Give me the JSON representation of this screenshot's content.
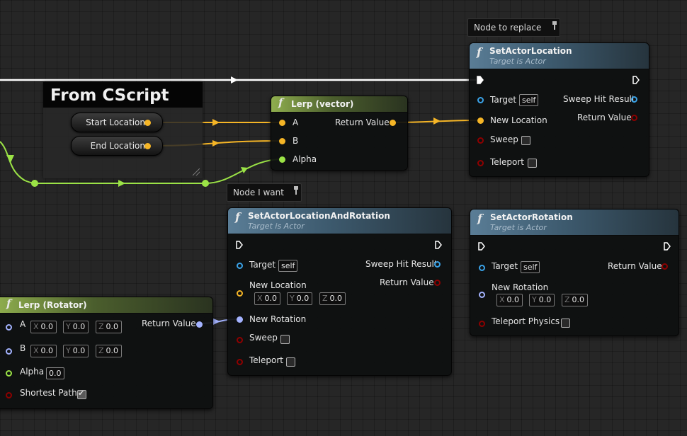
{
  "canvas": {
    "colors": {
      "background": "#262626",
      "exec_wire": "#ffffff",
      "vector_wire": "#f5b526",
      "float_wire": "#9be346",
      "rotator_wire": "#a4b3ff",
      "object_pin": "#3aa3e8",
      "bool_pin": "#8e0000"
    }
  },
  "comment": {
    "title": "From CScript"
  },
  "variables": {
    "start_location": "Start Location",
    "end_location": "End Location"
  },
  "tags": {
    "replace": "Node to replace",
    "want": "Node I want"
  },
  "lerp_vector": {
    "title": "Lerp (vector)",
    "pins": {
      "a": "A",
      "b": "B",
      "alpha": "Alpha",
      "return": "Return Value"
    }
  },
  "set_actor_location": {
    "title": "SetActorLocation",
    "subtitle": "Target is Actor",
    "pins": {
      "target": "Target",
      "self": "self",
      "new_location": "New Location",
      "sweep": "Sweep",
      "teleport": "Teleport",
      "sweep_hit": "Sweep Hit Result",
      "return": "Return Value"
    },
    "sweep_checked": false,
    "teleport_checked": false
  },
  "set_actor_location_rotation": {
    "title": "SetActorLocationAndRotation",
    "subtitle": "Target is Actor",
    "pins": {
      "target": "Target",
      "self": "self",
      "new_location": "New Location",
      "new_rotation": "New Rotation",
      "sweep": "Sweep",
      "teleport": "Teleport",
      "sweep_hit": "Sweep Hit Result",
      "return": "Return Value"
    },
    "location": {
      "x_label": "X",
      "x": "0.0",
      "y_label": "Y",
      "y": "0.0",
      "z_label": "Z",
      "z": "0.0"
    },
    "sweep_checked": false,
    "teleport_checked": false
  },
  "set_actor_rotation": {
    "title": "SetActorRotation",
    "subtitle": "Target is Actor",
    "pins": {
      "target": "Target",
      "self": "self",
      "new_rotation": "New Rotation",
      "teleport_physics": "Teleport Physics",
      "return": "Return Value"
    },
    "rotation": {
      "x_label": "X",
      "x": "0.0",
      "y_label": "Y",
      "y": "0.0",
      "z_label": "Z",
      "z": "0.0"
    },
    "teleport_checked": false
  },
  "lerp_rotator": {
    "title": "Lerp (Rotator)",
    "pins": {
      "a": "A",
      "b": "B",
      "alpha": "Alpha",
      "shortest_path": "Shortest Path",
      "return": "Return Value"
    },
    "a": {
      "x_label": "X",
      "x": "0.0",
      "y_label": "Y",
      "y": "0.0",
      "z_label": "Z",
      "z": "0.0"
    },
    "b": {
      "x_label": "X",
      "x": "0.0",
      "y_label": "Y",
      "y": "0.0",
      "z_label": "Z",
      "z": "0.0"
    },
    "alpha": "0.0",
    "shortest_path_checked": true
  }
}
